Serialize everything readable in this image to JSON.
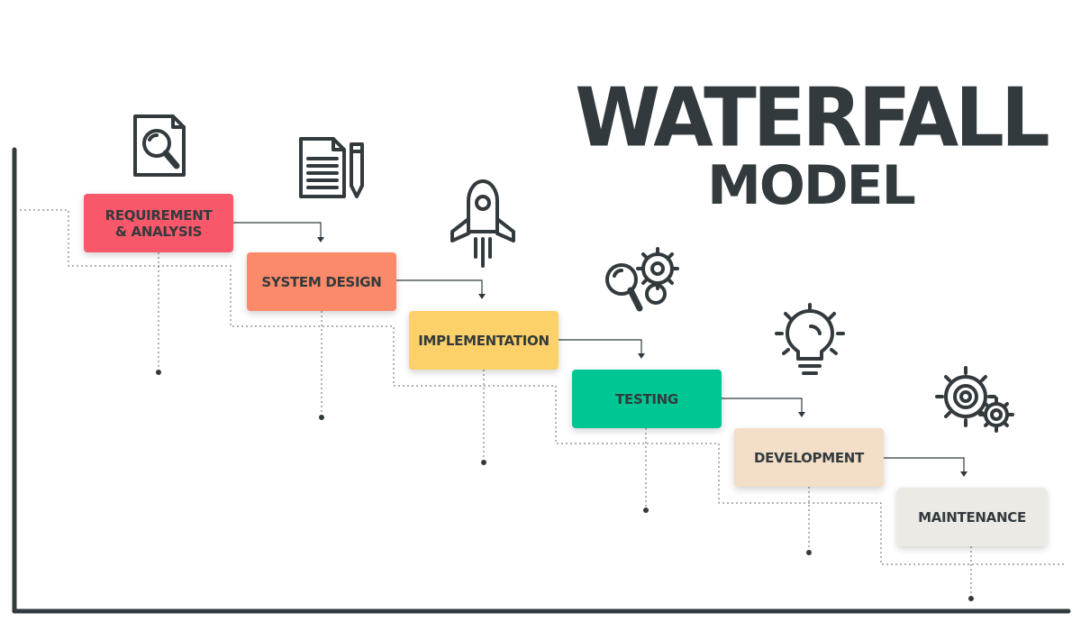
{
  "title": {
    "main": "WATERFALL",
    "sub": "MODEL"
  },
  "steps": [
    {
      "label": "REQUIREMENT\n& ANALYSIS",
      "color": "#f9586a",
      "icon": "document-search-icon"
    },
    {
      "label": "SYSTEM DESIGN",
      "color": "#fb8a6a",
      "icon": "document-pencil-icon"
    },
    {
      "label": "IMPLEMENTATION",
      "color": "#fdd169",
      "icon": "rocket-icon"
    },
    {
      "label": "TESTING",
      "color": "#00c693",
      "icon": "magnifier-gears-icon"
    },
    {
      "label": "DEVELOPMENT",
      "color": "#f3dfc7",
      "icon": "lightbulb-icon"
    },
    {
      "label": "MAINTENANCE",
      "color": "#ebeae5",
      "icon": "gears-icon"
    }
  ],
  "colors": {
    "ink": "#333a3d",
    "axis": "#333a3d",
    "dotted": "#666666"
  }
}
